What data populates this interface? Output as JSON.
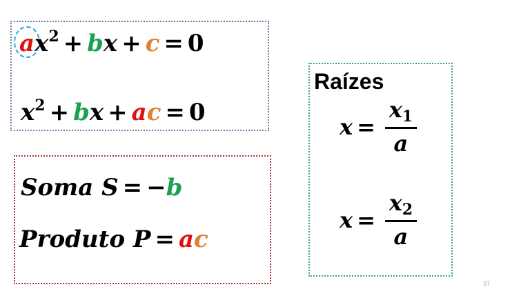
{
  "equations_box": {
    "line1": {
      "a": "a",
      "x": "x",
      "exp": "2",
      "plus1": "+",
      "b": "b",
      "x2": "x",
      "plus2": "+",
      "c": "c",
      "eq": "=",
      "zero": "0"
    },
    "line2": {
      "x": "x",
      "exp": "2",
      "plus1": "+",
      "b": "b",
      "x2": "x",
      "plus2": "+",
      "a": "a",
      "c": "c",
      "eq": "=",
      "zero": "0"
    }
  },
  "sum_product_box": {
    "sum": {
      "label": "Soma",
      "var": "S",
      "eq": "=",
      "minus": "−",
      "b": "b"
    },
    "product": {
      "label": "Produto",
      "var": "P",
      "eq": "=",
      "a": "a",
      "c": "c"
    }
  },
  "roots_box": {
    "title": "Raízes",
    "root1": {
      "x": "x",
      "eq": "=",
      "num": "x",
      "sub": "1",
      "den": "a"
    },
    "root2": {
      "x": "x",
      "eq": "=",
      "num": "x",
      "sub": "2",
      "den": "a"
    }
  },
  "colors": {
    "a": "#e01010",
    "b": "#1ea050",
    "c": "#e08030",
    "highlight_circle": "#2aa3d6"
  },
  "page_number": "37"
}
